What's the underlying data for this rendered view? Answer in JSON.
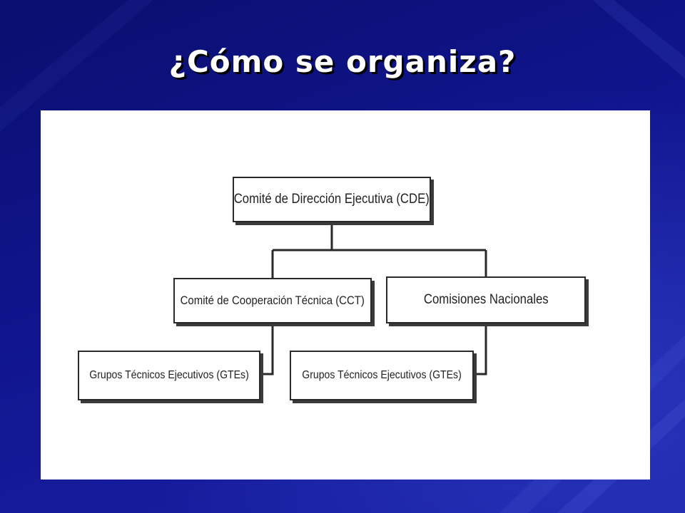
{
  "slide": {
    "title": "¿Cómo se organiza?"
  },
  "diagram": {
    "nodes": [
      {
        "id": "cde",
        "label": "Comité de Dirección Ejecutiva (CDE)"
      },
      {
        "id": "cct",
        "label": "Comité de Cooperación Técnica (CCT)"
      },
      {
        "id": "cn",
        "label": "Comisiones Nacionales"
      },
      {
        "id": "gte1",
        "label": "Grupos Técnicos Ejecutivos (GTEs)"
      },
      {
        "id": "gte2",
        "label": "Grupos Técnicos Ejecutivos (GTEs)"
      }
    ],
    "edges": [
      {
        "from": "cde",
        "to": "cct"
      },
      {
        "from": "cde",
        "to": "cn"
      },
      {
        "from": "cct",
        "to": "gte1"
      },
      {
        "from": "cn",
        "to": "gte2"
      }
    ]
  },
  "colors": {
    "background": "#0c1080",
    "panel": "#ffffff",
    "title_text": "#ffffff",
    "box_border": "#2a2a2a",
    "connector": "#2a2a2a"
  }
}
